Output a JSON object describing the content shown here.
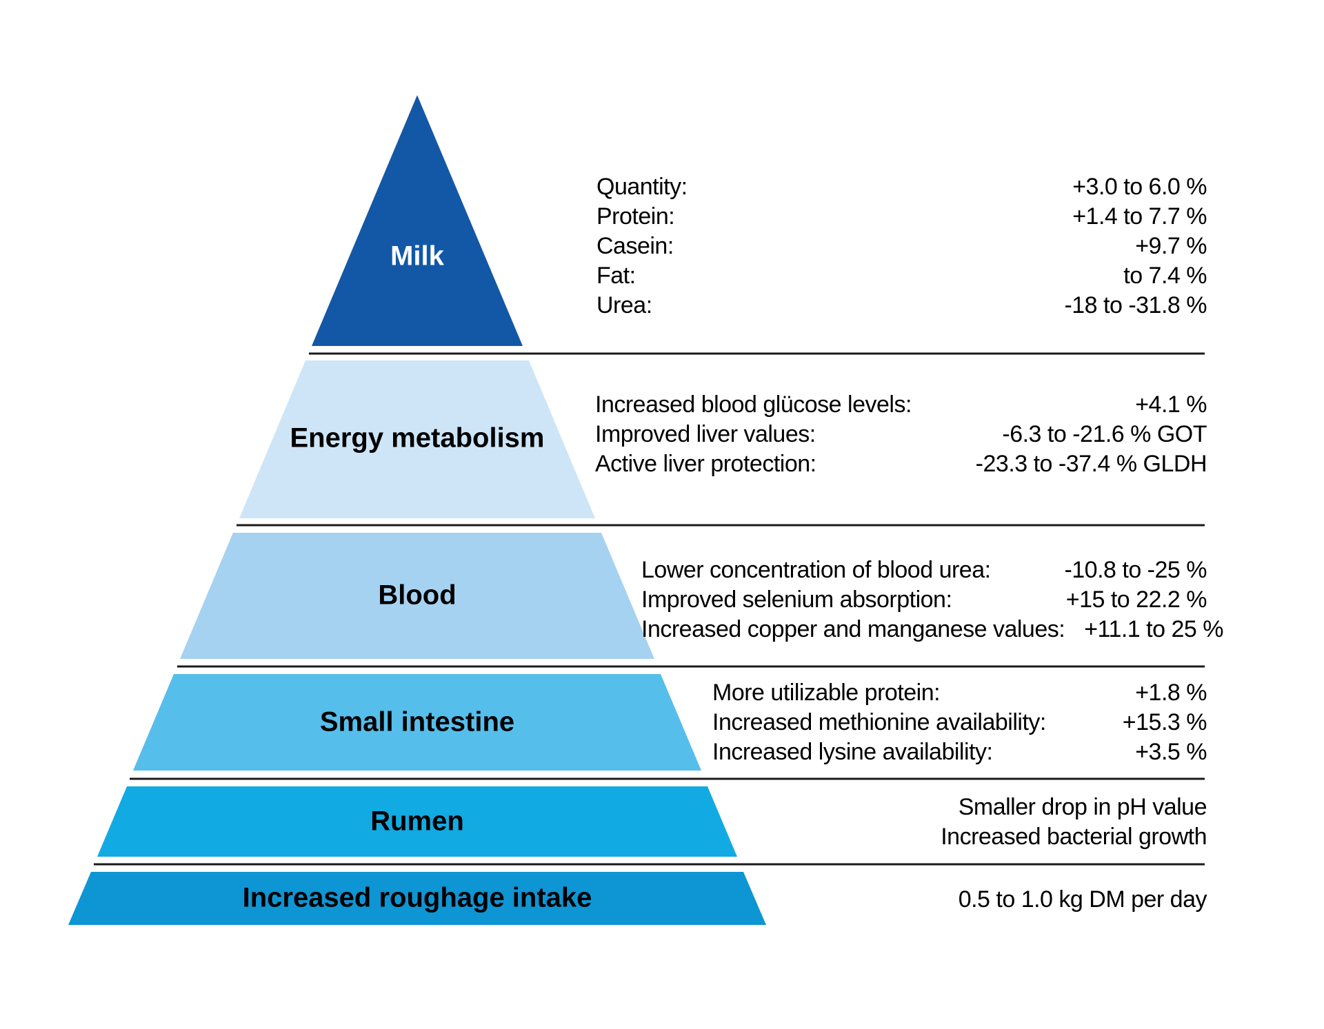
{
  "pyramid": {
    "background": "#ffffff",
    "text_color": "#000000",
    "divider_color": "#1a1a1a",
    "levels": [
      {
        "name": "milk",
        "label": "Milk",
        "color": "#1358A7",
        "rows": [
          {
            "label": "Quantity:",
            "value": "+3.0 to 6.0 %"
          },
          {
            "label": "Protein:",
            "value": "+1.4 to 7.7 %"
          },
          {
            "label": "Casein:",
            "value": "+9.7 %"
          },
          {
            "label": "Fat:",
            "value": "to 7.4 %"
          },
          {
            "label": "Urea:",
            "value": "-18 to -31.8 %"
          }
        ]
      },
      {
        "name": "energy-metabolism",
        "label": "Energy metabolism",
        "color": "#CDE5F7",
        "rows": [
          {
            "label": "Increased blood glücose levels:",
            "value": "+4.1 %"
          },
          {
            "label": "Improved liver values:",
            "value": "-6.3 to -21.6 % GOT"
          },
          {
            "label": "Active liver protection:",
            "value": "-23.3 to -37.4 % GLDH"
          }
        ]
      },
      {
        "name": "blood",
        "label": "Blood",
        "color": "#A6D2F2",
        "rows": [
          {
            "label": "Lower concentration of blood urea:",
            "value": "-10.8 to -25 %"
          },
          {
            "label": "Improved selenium absorption:",
            "value": "+15 to 22.2 %"
          },
          {
            "label": "Increased copper and manganese values:",
            "value": "+11.1 to 25 %"
          }
        ]
      },
      {
        "name": "small-intestine",
        "label": "Small intestine",
        "color": "#55BEEB",
        "rows": [
          {
            "label": "More utilizable protein:",
            "value": "+1.8 %"
          },
          {
            "label": "Increased methionine availability:",
            "value": "+15.3 %"
          },
          {
            "label": "Increased lysine availability:",
            "value": "+3.5 %"
          }
        ]
      },
      {
        "name": "rumen",
        "label": "Rumen",
        "color": "#12AAE3",
        "notes": [
          "Smaller drop in pH value",
          "Increased bacterial growth"
        ]
      },
      {
        "name": "increased-roughage-intake",
        "label": "Increased roughage intake",
        "color": "#0E95D4",
        "notes": [
          "0.5 to 1.0 kg DM per day"
        ]
      }
    ]
  }
}
